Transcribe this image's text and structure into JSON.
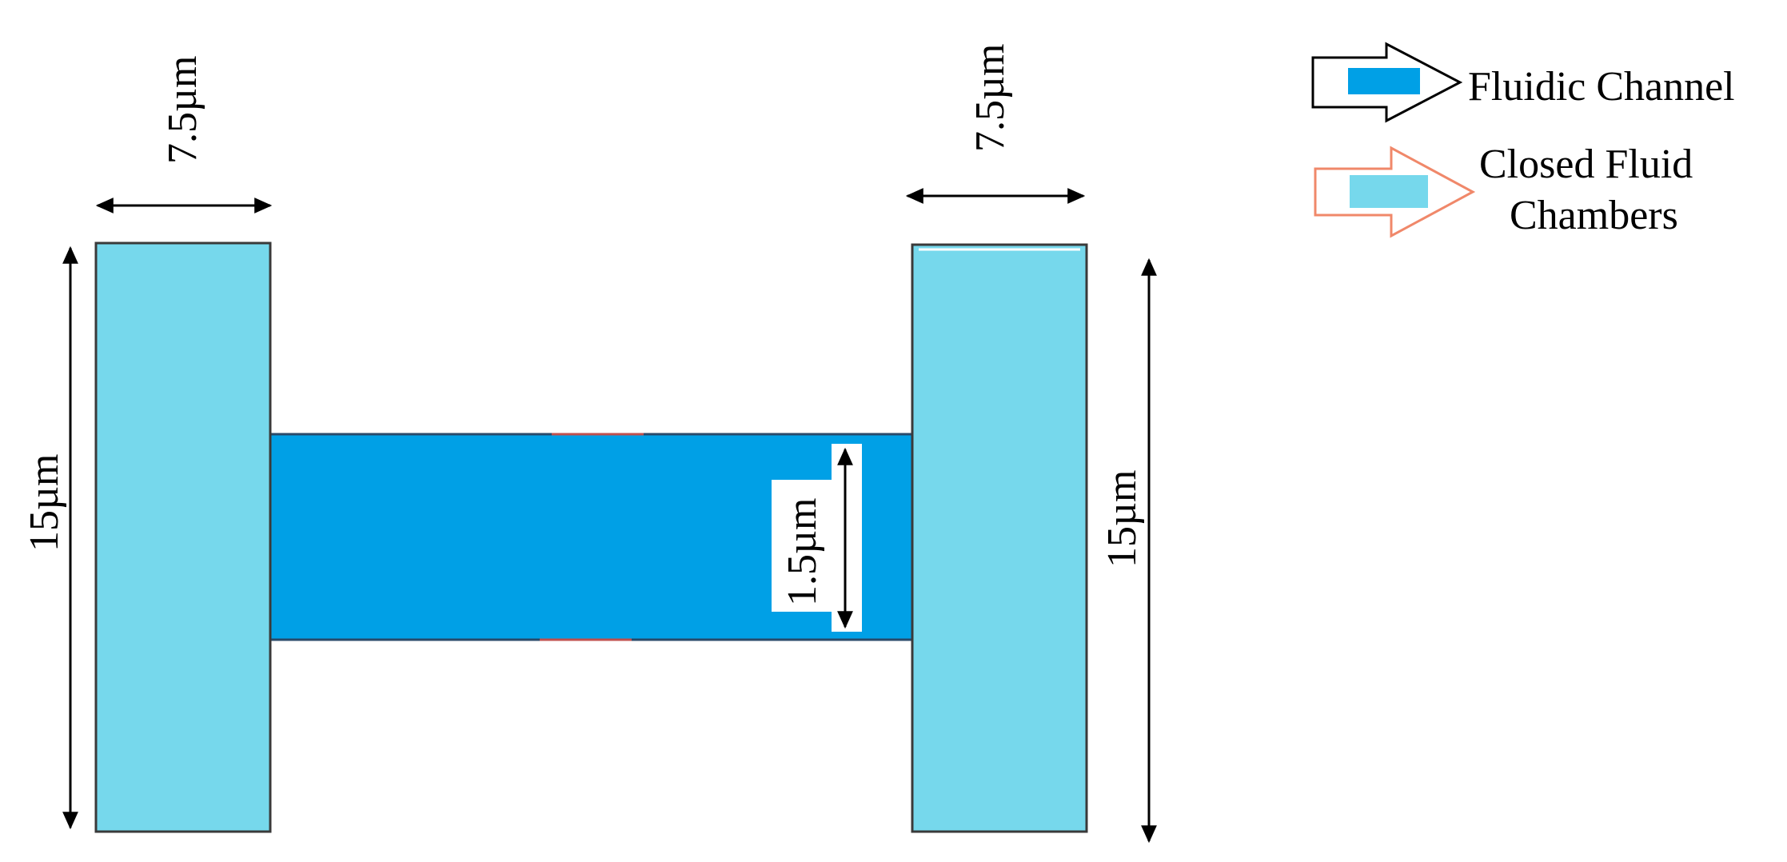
{
  "dimensions": {
    "left_chamber_width": "7.5µm",
    "right_chamber_width": "7.5µm",
    "left_chamber_height": "15µm",
    "right_chamber_height": "15µm",
    "channel_height": "1.5µm"
  },
  "legend": {
    "fluidic_channel": "Fluidic Channel",
    "closed_chambers_line1": "Closed Fluid",
    "closed_chambers_line2": "Chambers"
  },
  "colors": {
    "fluidic_channel": "#00a0e6",
    "closed_fluid_chamber": "#76d8ec",
    "closed_chamber_arrow_outline": "#f0886a",
    "outline": "#3a3a3a"
  }
}
